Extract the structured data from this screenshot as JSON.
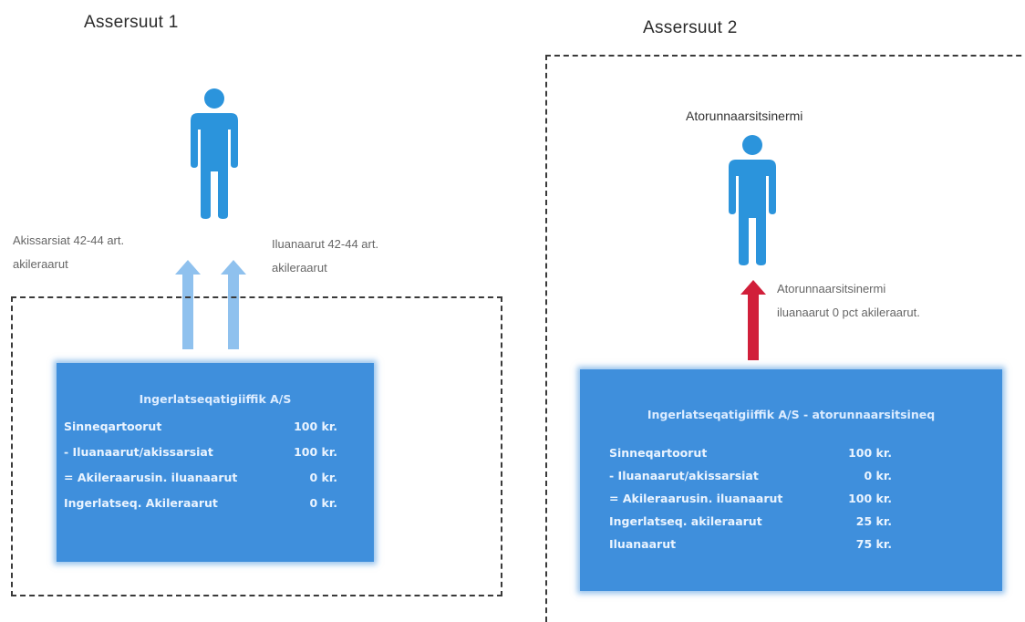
{
  "scenario1": {
    "title": "Assersuut 1",
    "left_label": "Akissarsiat 42-44 art.\nakileraarut",
    "right_label": "Iluanaarut 42-44 art.\nakileraarut",
    "company": {
      "title": "Ingerlatseqatigiiffik A/S",
      "rows": [
        {
          "label": "Sinneqartoorut",
          "value": "100 kr."
        },
        {
          "label": "- Iluanaarut/akissarsiat",
          "value": "100 kr."
        },
        {
          "label": "= Akileraarusin. iluanaarut",
          "value": "0 kr."
        },
        {
          "label": "Ingerlatseq. Akileraarut",
          "value": "0 kr."
        }
      ]
    },
    "arrow_color": "#8fc1ee"
  },
  "scenario2": {
    "title": "Assersuut 2",
    "person_label": "Atorunnaarsitsinermi",
    "arrow_label": "Atorunnaarsitsinermi\niluanaarut 0 pct akileraarut.",
    "company": {
      "title": "Ingerlatseqatigiiffik A/S - atorunnaarsitsineq",
      "rows": [
        {
          "label": "Sinneqartoorut",
          "value": "100 kr."
        },
        {
          "label": "- Iluanaarut/akissarsiat",
          "value": "0 kr."
        },
        {
          "label": "= Akileraarusin. iluanaarut",
          "value": "100 kr."
        },
        {
          "label": "Ingerlatseq. akileraarut",
          "value": "25 kr."
        },
        {
          "label": "Iluanaarut",
          "value": "75 kr."
        }
      ]
    },
    "arrow_color": "#d11f3a"
  },
  "colors": {
    "person": "#2b94dc",
    "company_bg": "#3f8fdc"
  }
}
